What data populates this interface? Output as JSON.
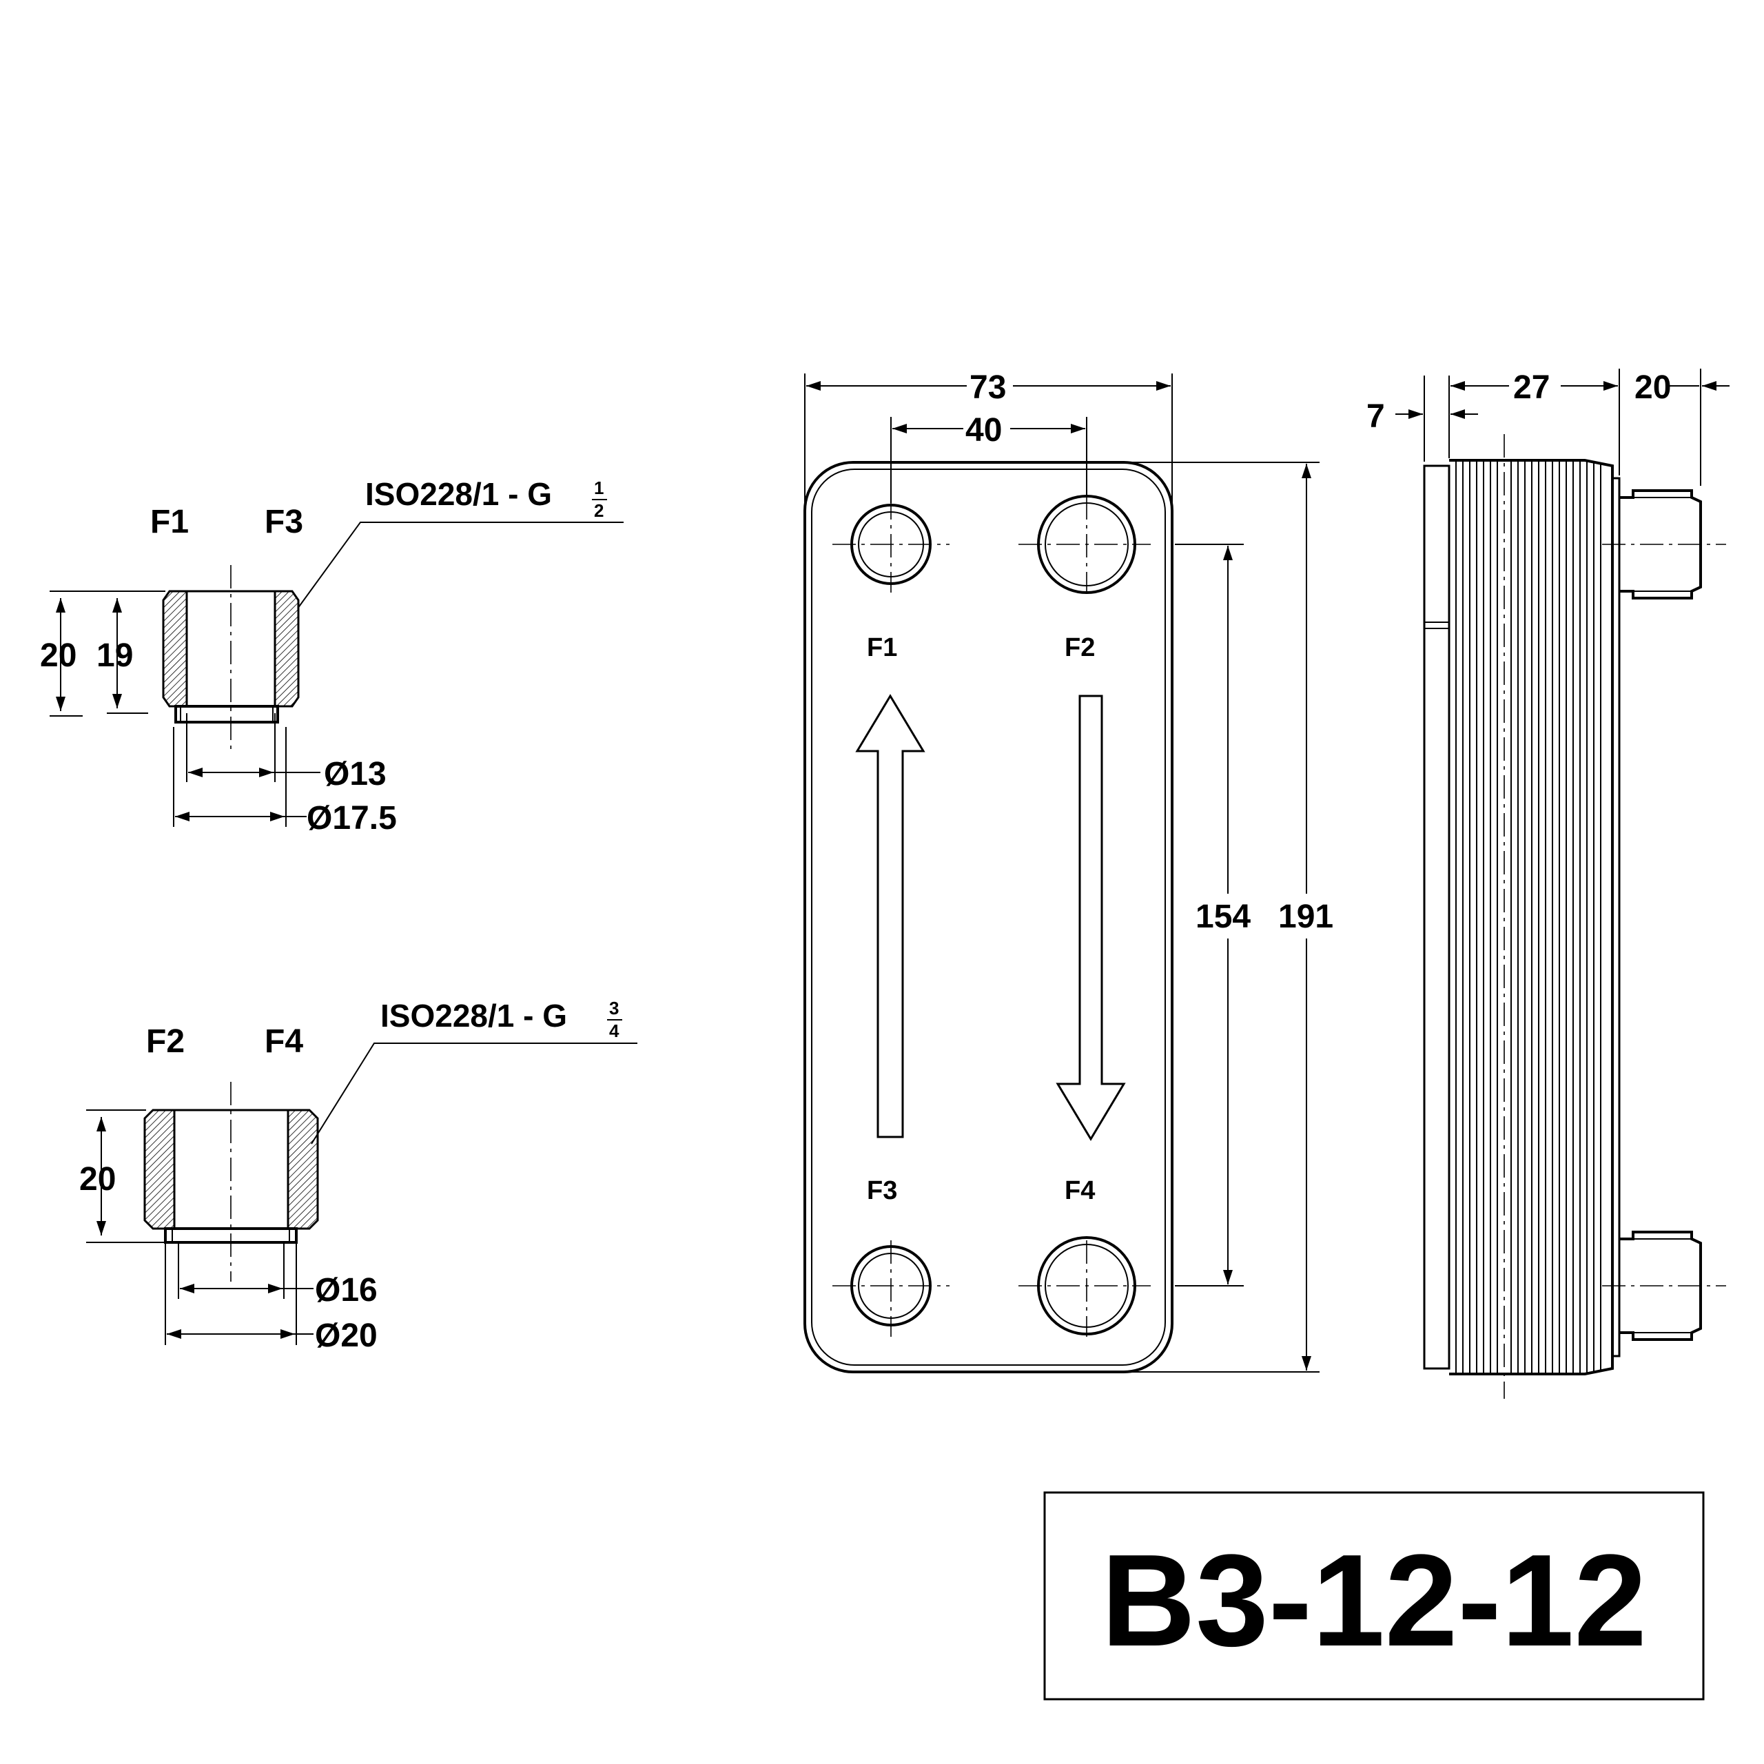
{
  "fitting_top": {
    "ports": [
      "F1",
      "F3"
    ],
    "thread": "ISO228/1 - G",
    "thread_num": "1",
    "thread_den": "2",
    "dim_outer_height": "20",
    "dim_inner_height": "19",
    "dim_inner_dia": "Ø13",
    "dim_outer_dia": "Ø17.5"
  },
  "fitting_bottom": {
    "ports": [
      "F2",
      "F4"
    ],
    "thread": "ISO228/1 - G",
    "thread_num": "3",
    "thread_den": "4",
    "dim_height": "20",
    "dim_inner_dia": "Ø16",
    "dim_outer_dia": "Ø20"
  },
  "front_view": {
    "width": "73",
    "port_spacing": "40",
    "port_centre_distance": "154",
    "height": "191",
    "ports": [
      "F1",
      "F2",
      "F3",
      "F4"
    ]
  },
  "side_view": {
    "plate_offset": "7",
    "pack_depth": "27",
    "connection_length": "20"
  },
  "model": "B3-12-12"
}
